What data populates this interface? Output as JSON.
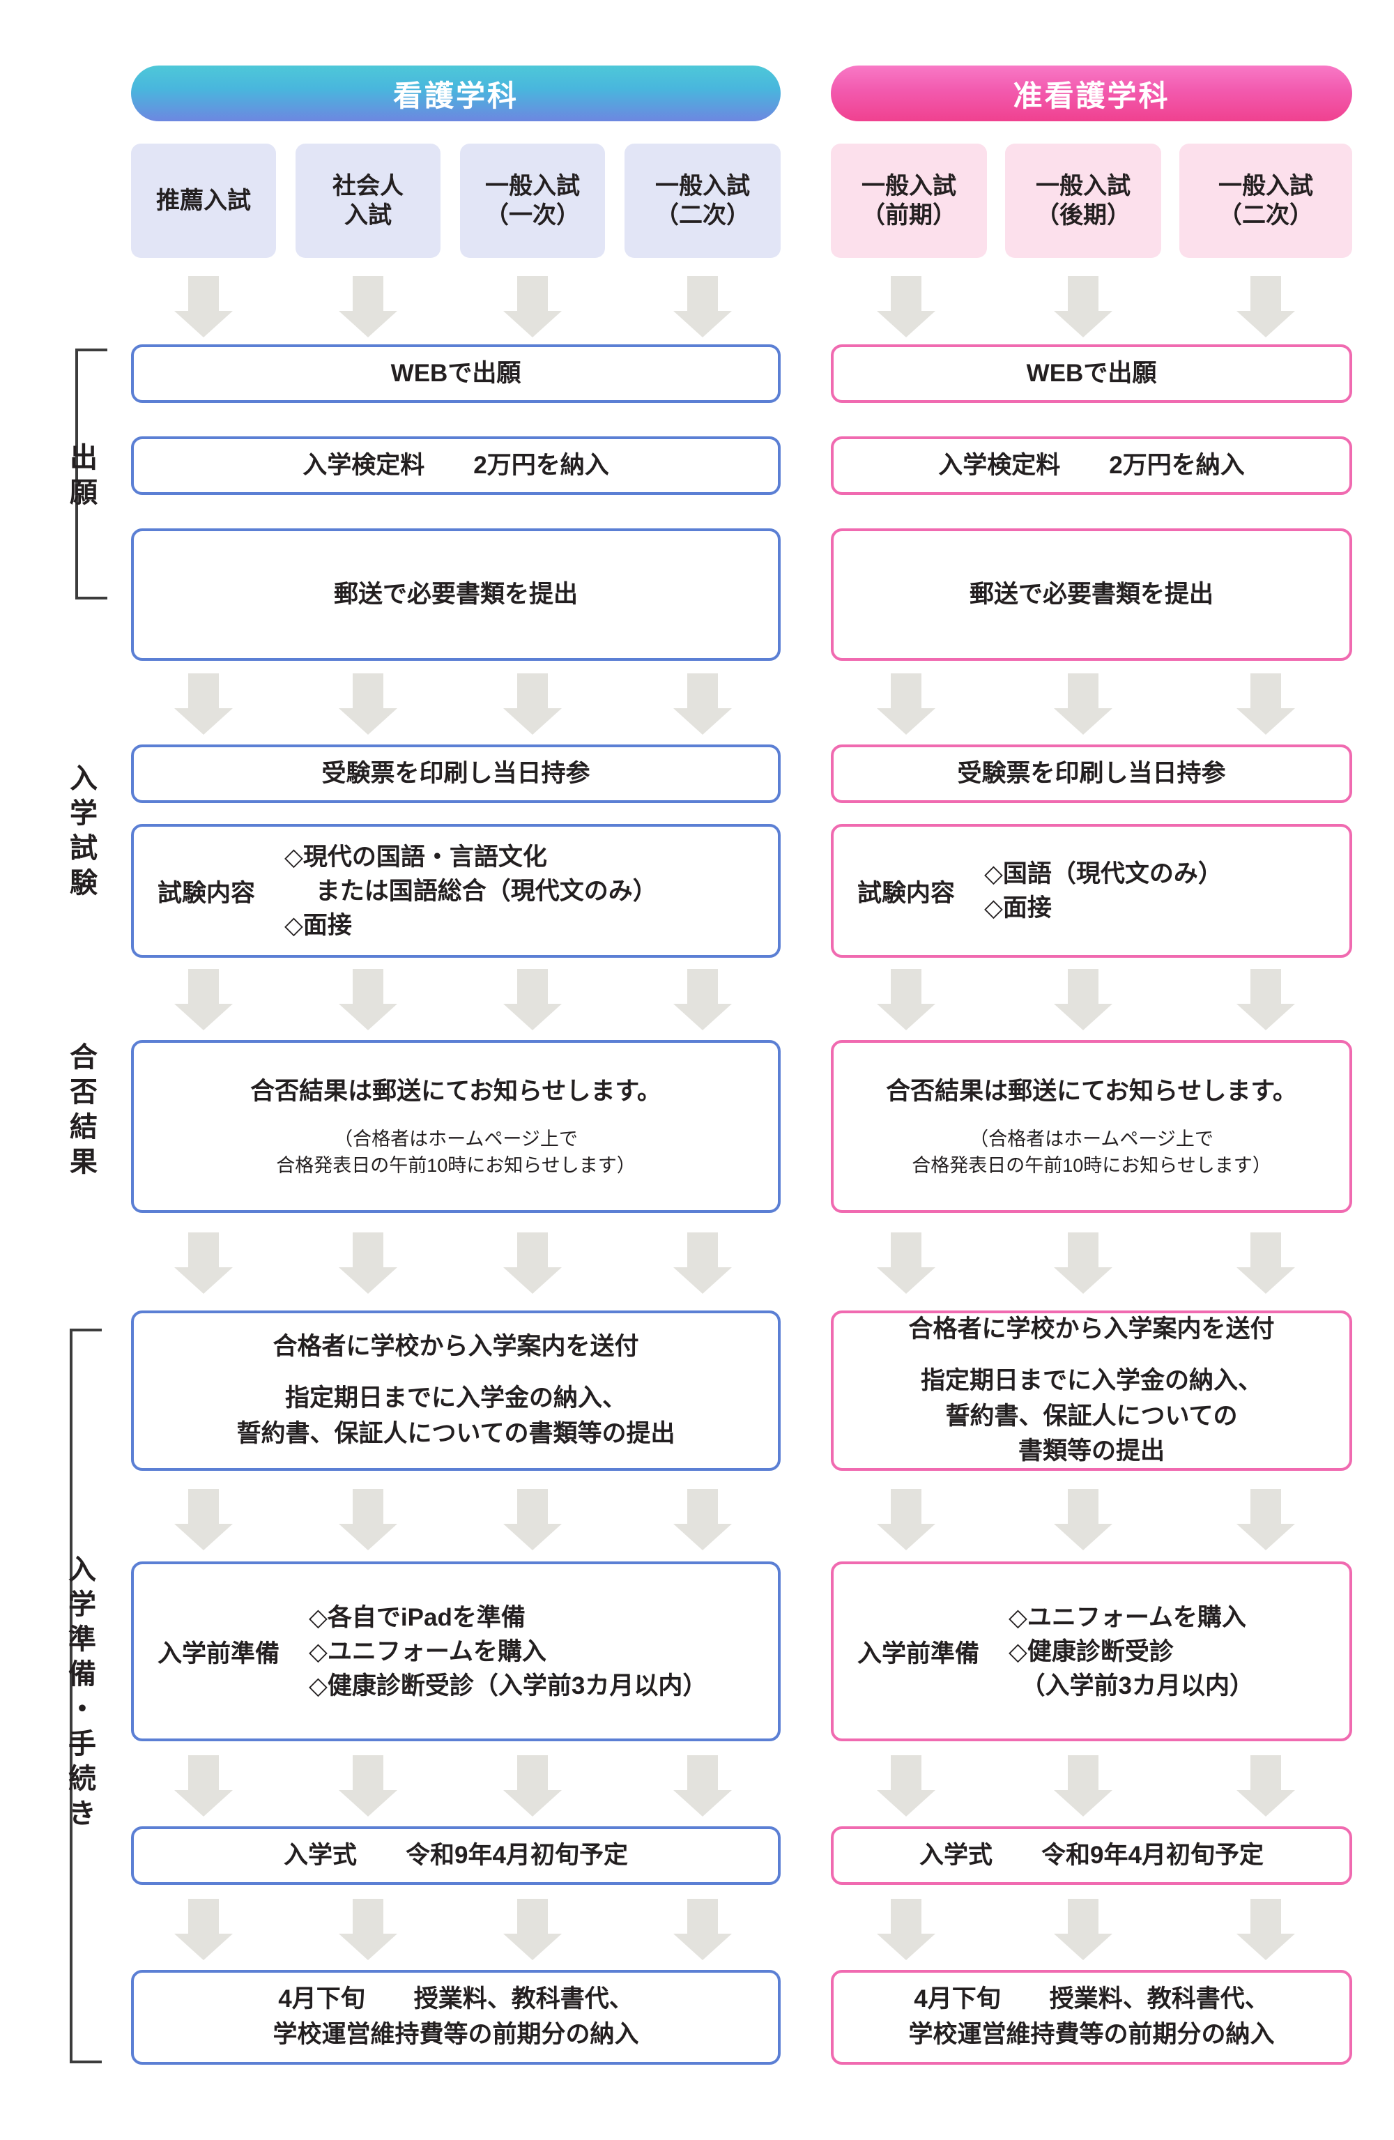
{
  "departments": {
    "left": {
      "title": "看護学科",
      "accent": "#5b7fd4",
      "header_gradient_from": "#4ec8d8",
      "header_gradient_to": "#6d87e0",
      "chip_bg": "#e2e5f6",
      "exam_types": [
        {
          "label": "推薦入試"
        },
        {
          "label": "社会人\n入試"
        },
        {
          "label": "一般入試\n（一次）"
        },
        {
          "label": "一般入試\n（二次）"
        }
      ],
      "steps": {
        "web_apply": "WEBで出願",
        "exam_fee": "入学検定料　　2万円を納入",
        "mail_docs": "郵送で必要書類を提出",
        "print_ticket": "受験票を印刷し当日持参",
        "exam_content_label": "試験内容",
        "exam_content_value": "◇現代の国語・言語文化\n　 または国語総合（現代文のみ）\n◇面接",
        "result_main": "合否結果は郵送にてお知らせします。",
        "result_sub": "（合格者はホームページ上で\n合格発表日の午前10時にお知らせします）",
        "enroll_guide_main": "合格者に学校から入学案内を送付",
        "enroll_guide_sub": "指定期日までに入学金の納入、\n誓約書、保証人についての書類等の提出",
        "prep_label": "入学前準備",
        "prep_value": "◇各自でiPadを準備\n◇ユニフォームを購入\n◇健康診断受診（入学前3カ月以内）",
        "ceremony": "入学式　　令和9年4月初旬予定",
        "tuition": "4月下旬　　授業料、教科書代、\n学校運営維持費等の前期分の納入"
      }
    },
    "right": {
      "title": "准看護学科",
      "accent": "#f06ab0",
      "header_gradient_from": "#f879c6",
      "header_gradient_to": "#f0418f",
      "chip_bg": "#fce0ec",
      "exam_types": [
        {
          "label": "一般入試\n（前期）"
        },
        {
          "label": "一般入試\n（後期）"
        },
        {
          "label": "一般入試\n（二次）"
        }
      ],
      "steps": {
        "web_apply": "WEBで出願",
        "exam_fee": "入学検定料　　2万円を納入",
        "mail_docs": "郵送で必要書類を提出",
        "print_ticket": "受験票を印刷し当日持参",
        "exam_content_label": "試験内容",
        "exam_content_value": "◇国語（現代文のみ）\n◇面接",
        "result_main": "合否結果は郵送にてお知らせします。",
        "result_sub": "（合格者はホームページ上で\n合格発表日の午前10時にお知らせします）",
        "enroll_guide_main": "合格者に学校から入学案内を送付",
        "enroll_guide_sub": "指定期日までに入学金の納入、\n誓約書、保証人についての\n書類等の提出",
        "prep_label": "入学前準備",
        "prep_value": "◇ユニフォームを購入\n◇健康診断受診\n　（入学前3カ月以内）",
        "ceremony": "入学式　　令和9年4月初旬予定",
        "tuition": "4月下旬　　授業料、教科書代、\n学校運営維持費等の前期分の納入"
      }
    }
  },
  "stages": [
    {
      "name": "application",
      "label": "出願"
    },
    {
      "name": "entrance-exam",
      "label": "入学試験"
    },
    {
      "name": "results",
      "label": "合否結果"
    },
    {
      "name": "preparation",
      "label": "入学準備・手続き"
    }
  ],
  "arrow_color": "#e3e2dd"
}
